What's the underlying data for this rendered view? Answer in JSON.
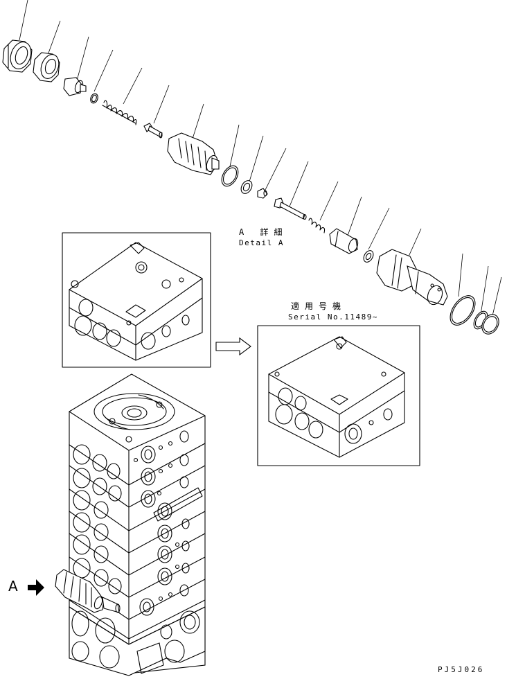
{
  "detail_a": {
    "japanese": "A 詳細",
    "english": "Detail A"
  },
  "serial_note": {
    "japanese": "適用号機",
    "english": "Serial No.11489~"
  },
  "pointer_label": "A",
  "drawing_code": "PJ5J026",
  "colors": {
    "line": "#000000",
    "background": "#ffffff"
  }
}
